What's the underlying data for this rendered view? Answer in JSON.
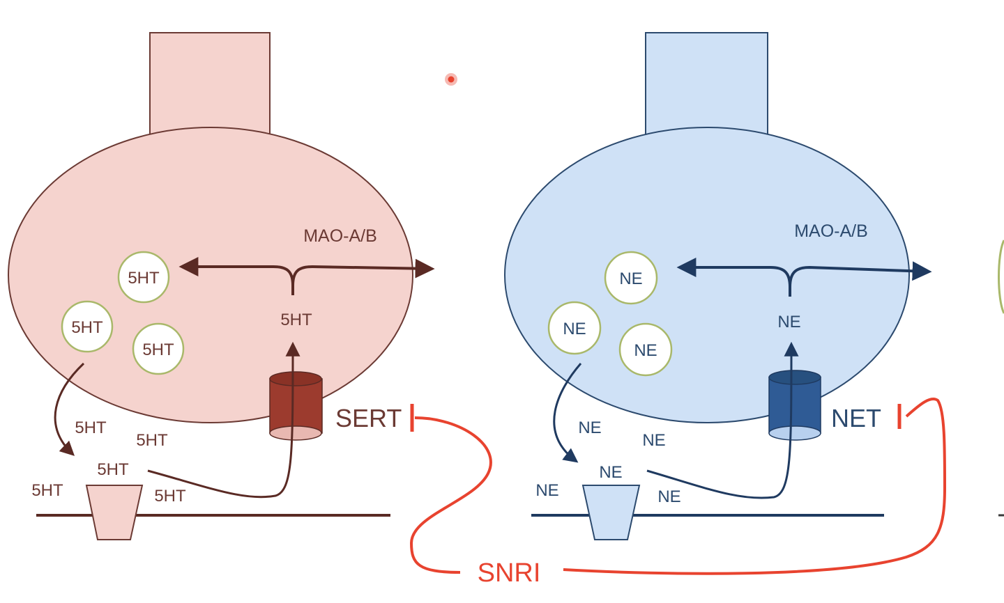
{
  "colors": {
    "serotonin_fill": "#f5d3ce",
    "serotonin_stroke": "#6b3a34",
    "serotonin_dark": "#5a2a24",
    "sert_transporter": "#9c3b2e",
    "norepinephrine_fill": "#cfe1f6",
    "norepinephrine_stroke": "#2c4a6e",
    "norepinephrine_dark": "#1f3a60",
    "net_transporter": "#2f5b95",
    "vesicle_stroke": "#a9b86a",
    "inhibitor": "#e8432f",
    "pointer": "#e8432f"
  },
  "left_neuron": {
    "enzyme_label": "MAO-A/B",
    "vesicles": [
      "5HT",
      "5HT",
      "5HT"
    ],
    "cytosol_label": "5HT",
    "transporter_label": "SERT",
    "synaptic_labels": [
      "5HT",
      "5HT",
      "5HT",
      "5HT",
      "5HT"
    ]
  },
  "right_neuron": {
    "enzyme_label": "MAO-A/B",
    "vesicles": [
      "NE",
      "NE",
      "NE"
    ],
    "cytosol_label": "NE",
    "transporter_label": "NET",
    "synaptic_labels": [
      "NE",
      "NE",
      "NE",
      "NE",
      "NE"
    ]
  },
  "drug": {
    "label": "SNRI"
  }
}
